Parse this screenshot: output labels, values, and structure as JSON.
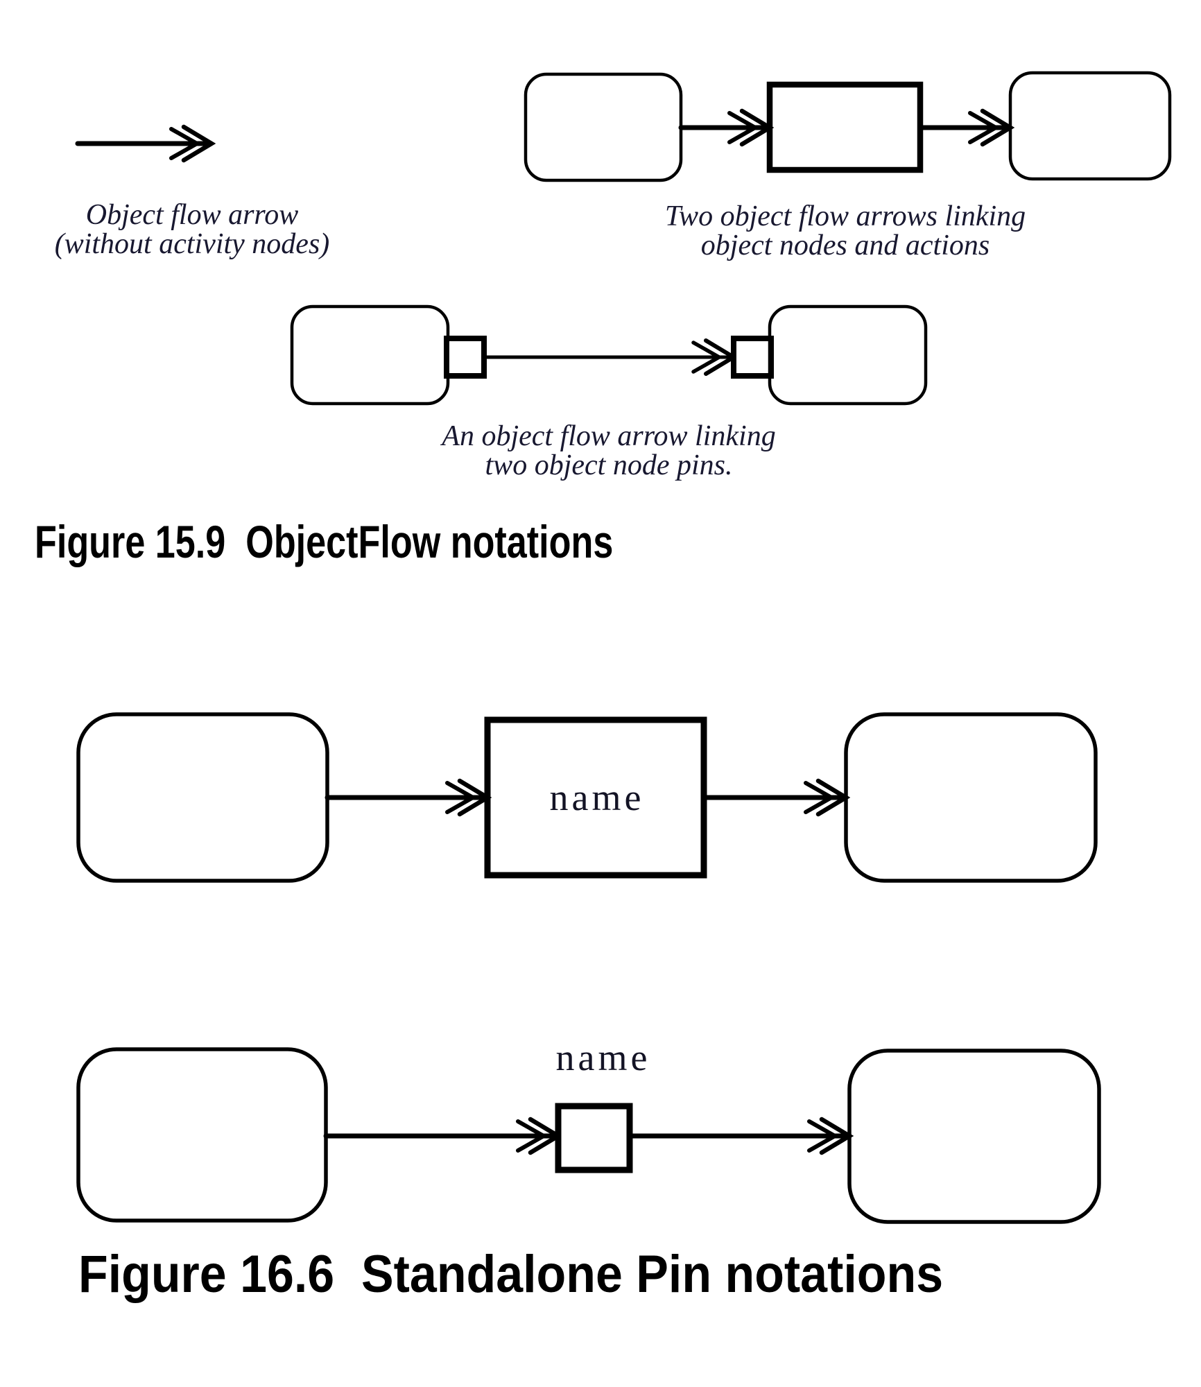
{
  "page": {
    "background_color": "#ffffff",
    "ink_color": "#000000",
    "caption_text_color": "#181830"
  },
  "figure_15_9": {
    "label": "Figure 15.9  ObjectFlow notations",
    "captions": {
      "standalone_arrow": {
        "line1": "Object flow arrow",
        "line2": "(without activity nodes)"
      },
      "nodes_and_actions": {
        "line1": "Two object flow arrows linking",
        "line2": "object nodes and actions"
      },
      "pins": {
        "line1": "An object flow arrow linking",
        "line2": "two object node pins."
      }
    }
  },
  "figure_16_6": {
    "label": "Figure 16.6  Standalone Pin notations",
    "action_name_label": "name",
    "standalone_pin_name_label": "name"
  }
}
